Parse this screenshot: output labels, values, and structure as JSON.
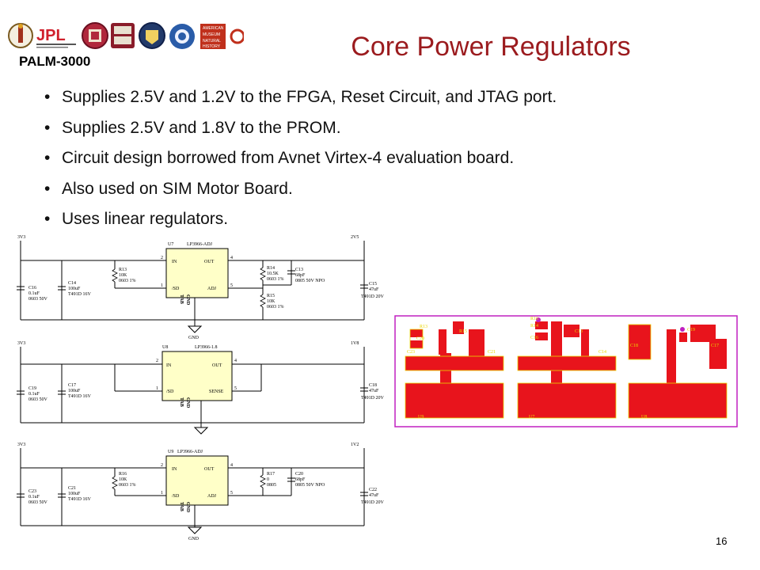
{
  "header": {
    "org_label": "PALM-3000",
    "title": "Core Power Regulators",
    "logos": [
      "caltech-seal-icon",
      "jpl-logo-icon",
      "cornell-seal-icon",
      "harvard-seal-icon",
      "oxford-seal-icon",
      "nsf-logo-icon",
      "amnh-logo-icon",
      "ucl-logo-icon"
    ],
    "logo_text": {
      "jpl": "JPL",
      "amnh": [
        "AMERICAN",
        "MUSEUM",
        "NATURAL",
        "HISTORY"
      ]
    }
  },
  "bullets": [
    "Supplies 2.5V and 1.2V to the FPGA, Reset Circuit, and JTAG port.",
    "Supplies 2.5V and 1.8V to the PROM.",
    "Circuit design borrowed from Avnet Virtex-4 evaluation board.",
    "Also used on SIM Motor Board.",
    "Uses linear regulators."
  ],
  "schematic": {
    "regulators": [
      {
        "in_rail": "3V3",
        "out_rail": "2V5",
        "ic": "U7",
        "part": "LP3966-ADJ",
        "pins": {
          "in": "IN",
          "sd": "/SD",
          "out": "OUT",
          "fb": "ADJ",
          "gnd": "GND",
          "tab": "TAB"
        },
        "pin_nums": {
          "in": "2",
          "sd": "1",
          "out": "4",
          "fb": "5"
        },
        "caps_in": [
          {
            "ref": "C16",
            "lines": [
              "0.1uF",
              "0603 50V"
            ]
          },
          {
            "ref": "C14",
            "lines": [
              "100uF",
              "T491D 16V"
            ]
          }
        ],
        "res_sd": {
          "ref": "R13",
          "lines": [
            "10K",
            "0603 1%"
          ]
        },
        "res_fb": [
          {
            "ref": "R14",
            "lines": [
              "10.5K",
              "0603 1%"
            ]
          },
          {
            "ref": "R15",
            "lines": [
              "10K",
              "0603 1%"
            ]
          }
        ],
        "cap_ff": {
          "ref": "C13",
          "lines": [
            "68pF",
            "0805 50V NPO"
          ]
        },
        "cap_out": {
          "ref": "C15",
          "lines": [
            "47uF",
            "T491D 20V"
          ]
        },
        "gnd_label": "GND"
      },
      {
        "in_rail": "3V3",
        "out_rail": "1V8",
        "ic": "U8",
        "part": "LP3966-1.8",
        "pins": {
          "in": "IN",
          "sd": "/SD",
          "out": "OUT",
          "fb": "SENSE",
          "gnd": "GND",
          "tab": "TAB"
        },
        "pin_nums": {
          "in": "2",
          "sd": "1",
          "out": "4",
          "fb": "5"
        },
        "caps_in": [
          {
            "ref": "C19",
            "lines": [
              "0.1uF",
              "0603 50V"
            ]
          },
          {
            "ref": "C17",
            "lines": [
              "100uF",
              "T491D 16V"
            ]
          }
        ],
        "cap_out": {
          "ref": "C18",
          "lines": [
            "47uF",
            "T491D 20V"
          ]
        },
        "gnd_label": ""
      },
      {
        "in_rail": "3V3",
        "out_rail": "1V2",
        "ic": "U9",
        "part": "LP3966-ADJ",
        "pins": {
          "in": "IN",
          "sd": "/SD",
          "out": "OUT",
          "fb": "ADJ",
          "gnd": "GND",
          "tab": "TAB"
        },
        "pin_nums": {
          "in": "2",
          "sd": "1",
          "out": "4",
          "fb": "5"
        },
        "caps_in": [
          {
            "ref": "C23",
            "lines": [
              "0.1uF",
              "0603 50V"
            ]
          },
          {
            "ref": "C21",
            "lines": [
              "100uF",
              "T491D 16V"
            ]
          }
        ],
        "res_sd": {
          "ref": "R16",
          "lines": [
            "10K",
            "0603 1%"
          ]
        },
        "res_fb": [
          {
            "ref": "R17",
            "lines": [
              "0",
              "0805"
            ]
          }
        ],
        "cap_ff": {
          "ref": "C20",
          "lines": [
            "68pF",
            "0805 50V NPO"
          ]
        },
        "cap_out": {
          "ref": "C22",
          "lines": [
            "47uF",
            "T491D 20V"
          ]
        },
        "gnd_label": "GND"
      }
    ]
  },
  "pcb": {
    "border_color": "#c020c0",
    "copper_color": "#e8141c",
    "silk_color": "#e8d800",
    "groups": [
      {
        "labels": [
          "R13",
          "R15",
          "C20",
          "C23",
          "C21",
          "U9"
        ]
      },
      {
        "labels": [
          "R16",
          "R14",
          "C13",
          "C16",
          "C14",
          "U7"
        ]
      },
      {
        "labels": [
          "C19",
          "C18",
          "C17",
          "U8"
        ]
      }
    ]
  },
  "footer": {
    "page_number": "16"
  }
}
